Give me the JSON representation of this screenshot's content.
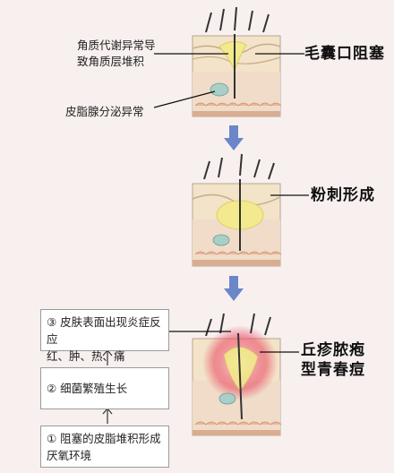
{
  "stage1": {
    "label_keratin_line1": "角质代谢异常导",
    "label_keratin_line2": "致角质层堆积",
    "label_sebum": "皮脂腺分泌异常",
    "title": "毛囊口阻塞"
  },
  "stage2": {
    "title": "粉刺形成"
  },
  "stage3": {
    "title_line1": "丘疹脓疱",
    "title_line2": "型青春痘"
  },
  "steps": [
    {
      "line1": "③ 皮肤表面出现炎症反应",
      "line2": "红、肿、热、痛"
    },
    {
      "line1": "② 细菌繁殖生长",
      "line2": ""
    },
    {
      "line1": "① 阻塞的皮脂堆积形成",
      "line2": "厌氧环境"
    }
  ],
  "colors": {
    "background": "#f7f0ef",
    "skin_top": "#f3e3c8",
    "sebum_yellow": "#f2ea8c",
    "dermis": "#f0dcc8",
    "arrow_blue": "#6b86c9",
    "inflammation": "#e8455f"
  }
}
